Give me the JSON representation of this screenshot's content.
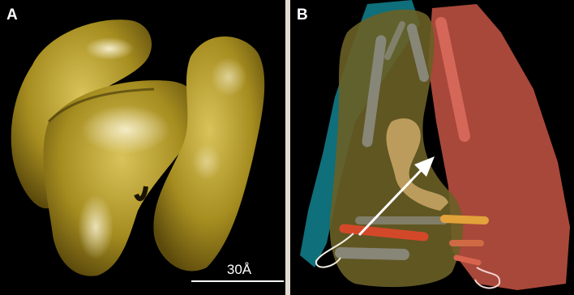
{
  "panel_a": {
    "label": "A",
    "scale_bar_label": "30Å"
  },
  "panel_b": {
    "label": "B"
  },
  "colors": {
    "background": "#000000",
    "surface_gold": "#a08a22",
    "surface_highlight": "#efe7b8",
    "domain_teal": "#0f6f7a",
    "domain_olive": "#6a5f26",
    "domain_red": "#a8483a",
    "arrow": "#ffffff"
  }
}
